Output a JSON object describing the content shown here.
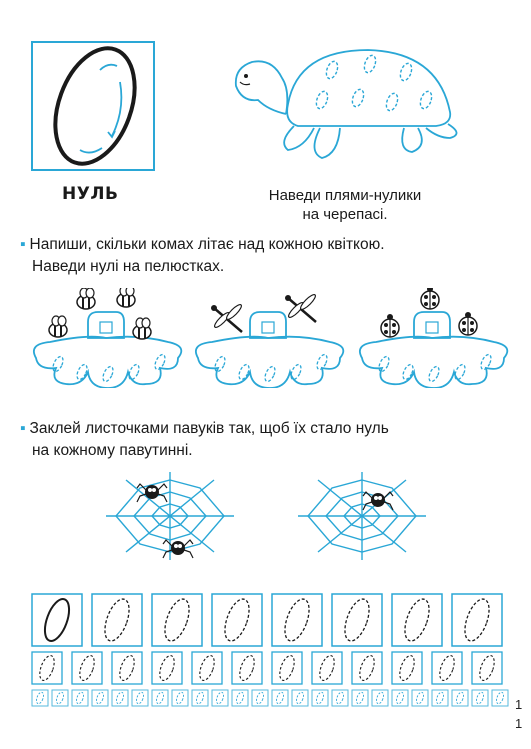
{
  "digit": {
    "word": "НУЛЬ"
  },
  "turtle": {
    "caption_line1": "Наведи плями-нулики",
    "caption_line2": "на черепасі."
  },
  "task1": {
    "line1": "Напиши, скільки комах літає над кожною квіткою.",
    "line2": "Наведи нулі на пелюстках."
  },
  "task2": {
    "line1": "Заклей листочками павуків так, щоб їх стало нуль",
    "line2": "на кожному павутинні."
  },
  "page": {
    "number_top": "1",
    "number_bottom": "1"
  },
  "colors": {
    "accent": "#2aa7d6",
    "ink": "#1a1a1a"
  },
  "icons": {
    "bullet": "square-bullet",
    "insects": [
      "bee-icon",
      "dragonfly-icon",
      "ladybug-icon"
    ],
    "spider": "spider-icon",
    "web": "spider-web-icon"
  }
}
